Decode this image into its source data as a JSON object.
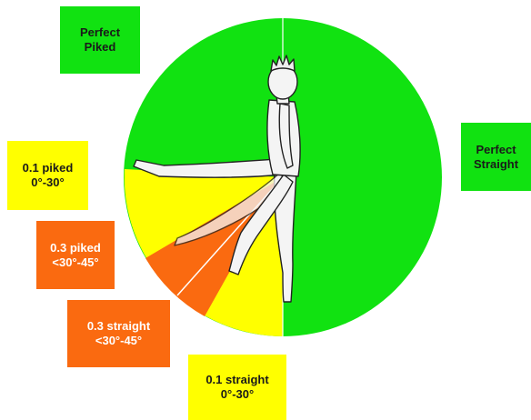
{
  "colors": {
    "perfect": "#11e211",
    "deduction_0_1": "#ffff00",
    "deduction_0_3": "#fa6a10"
  },
  "labels": {
    "perfect_piked": {
      "line1": "Perfect",
      "line2": "Piked"
    },
    "perfect_straight": {
      "line1": "Perfect",
      "line2": "Straight"
    },
    "piked_0_1": {
      "line1": "0.1 piked",
      "line2": "0°-30°"
    },
    "piked_0_3": {
      "line1": "0.3 piked",
      "line2": "<30°-45°"
    },
    "straight_0_3": {
      "line1": "0.3 straight",
      "line2": "<30°-45°"
    },
    "straight_0_1": {
      "line1": "0.1 straight",
      "line2": "0°-30°"
    }
  },
  "icons": {
    "figure": "gymnast-figure-icon"
  }
}
